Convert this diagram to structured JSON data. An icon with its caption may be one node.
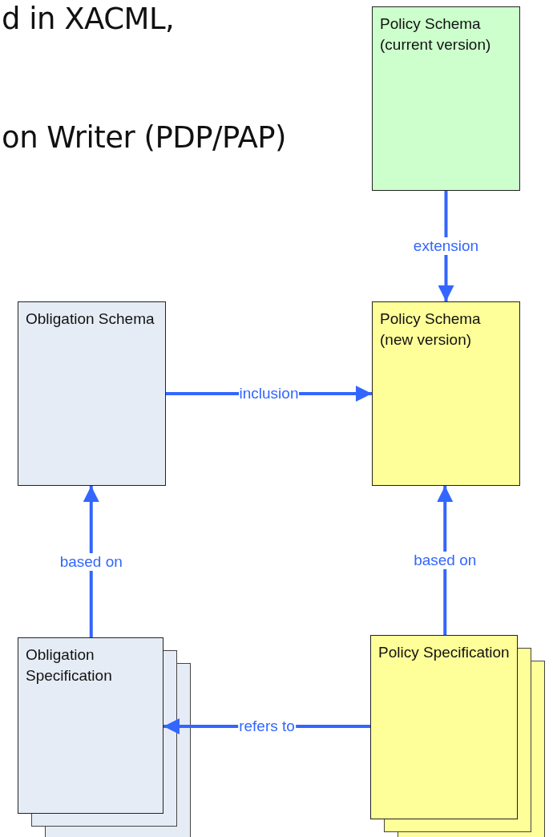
{
  "diagram": {
    "nodes": [
      {
        "text": [
          "Policy Schema (current version)"
        ]
      },
      {
        "text": [
          "Obligation Schema"
        ]
      },
      {
        "text": [
          "Policy Schema (new version)"
        ]
      },
      {
        "text": [
          "Obligation Specification"
        ]
      },
      {
        "text": [
          "Policy Specification"
        ]
      }
    ],
    "edges": [
      {
        "from": 0,
        "to": 2,
        "arrow": "to",
        "label": "extension"
      },
      {
        "from": 1,
        "to": 2,
        "arrow": "to",
        "label": "inclusion"
      },
      {
        "from": 3,
        "to": 1,
        "arrow": "to",
        "label": "based on"
      },
      {
        "from": 4,
        "to": 2,
        "arrow": "to",
        "label": "based on"
      },
      {
        "from": 4,
        "to": 3,
        "arrow": "to",
        "label": "refers to"
      }
    ],
    "labels": [
      "d in XACML,",
      "on Writer (PDP/PAP)"
    ]
  }
}
